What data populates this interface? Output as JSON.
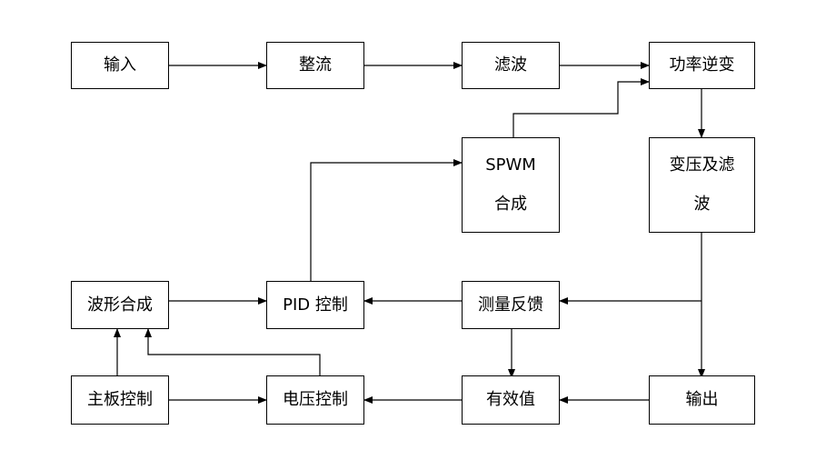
{
  "blocks": {
    "input": "输入",
    "rectify": "整流",
    "filter": "滤波",
    "inverter": "功率逆变",
    "spwm_line1": "SPWM",
    "spwm_line2": "合成",
    "transformer_line1": "变压及滤",
    "transformer_line2": "波",
    "waveform": "波形合成",
    "pid": "PID 控制",
    "feedback": "测量反馈",
    "mainboard": "主板控制",
    "voltage": "电压控制",
    "rms": "有效值",
    "output": "输出"
  }
}
